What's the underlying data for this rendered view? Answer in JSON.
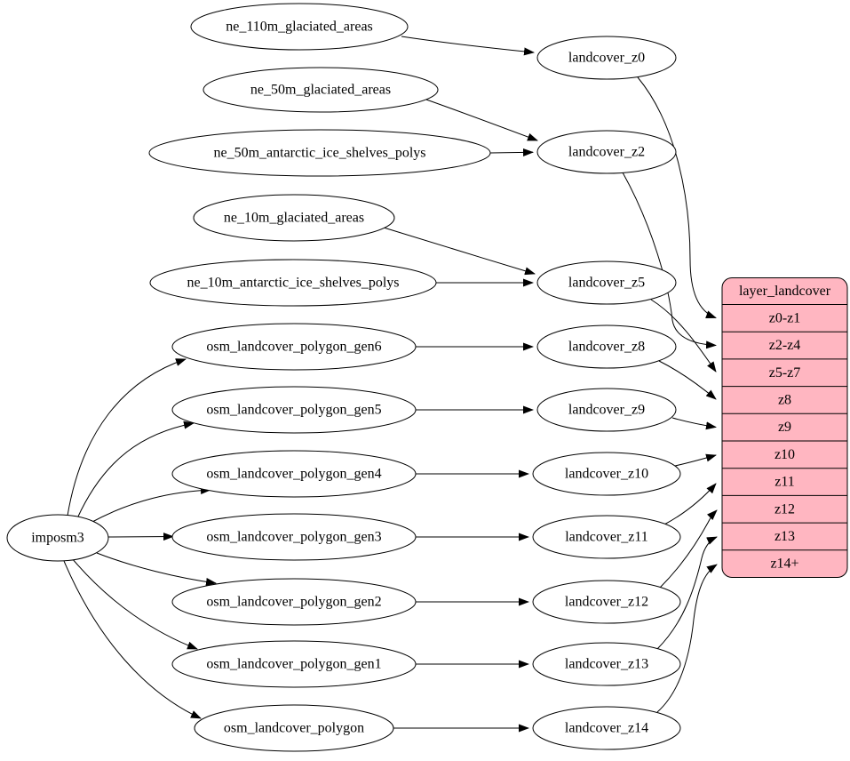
{
  "colors": {
    "background": "#ffffff",
    "edge": "#000000",
    "node_fill": "#ffffff",
    "node_stroke": "#000000",
    "table_fill": "#ffb6c1",
    "table_stroke": "#000000"
  },
  "nodes": [
    {
      "id": "imposm3",
      "label": "imposm3"
    },
    {
      "id": "ne_110m_glaciated_areas",
      "label": "ne_110m_glaciated_areas"
    },
    {
      "id": "ne_50m_glaciated_areas",
      "label": "ne_50m_glaciated_areas"
    },
    {
      "id": "ne_50m_antarctic_ice_shelves_polys",
      "label": "ne_50m_antarctic_ice_shelves_polys"
    },
    {
      "id": "ne_10m_glaciated_areas",
      "label": "ne_10m_glaciated_areas"
    },
    {
      "id": "ne_10m_antarctic_ice_shelves_polys",
      "label": "ne_10m_antarctic_ice_shelves_polys"
    },
    {
      "id": "osm_landcover_polygon_gen6",
      "label": "osm_landcover_polygon_gen6"
    },
    {
      "id": "osm_landcover_polygon_gen5",
      "label": "osm_landcover_polygon_gen5"
    },
    {
      "id": "osm_landcover_polygon_gen4",
      "label": "osm_landcover_polygon_gen4"
    },
    {
      "id": "osm_landcover_polygon_gen3",
      "label": "osm_landcover_polygon_gen3"
    },
    {
      "id": "osm_landcover_polygon_gen2",
      "label": "osm_landcover_polygon_gen2"
    },
    {
      "id": "osm_landcover_polygon_gen1",
      "label": "osm_landcover_polygon_gen1"
    },
    {
      "id": "osm_landcover_polygon",
      "label": "osm_landcover_polygon"
    },
    {
      "id": "landcover_z0",
      "label": "landcover_z0"
    },
    {
      "id": "landcover_z2",
      "label": "landcover_z2"
    },
    {
      "id": "landcover_z5",
      "label": "landcover_z5"
    },
    {
      "id": "landcover_z8",
      "label": "landcover_z8"
    },
    {
      "id": "landcover_z9",
      "label": "landcover_z9"
    },
    {
      "id": "landcover_z10",
      "label": "landcover_z10"
    },
    {
      "id": "landcover_z11",
      "label": "landcover_z11"
    },
    {
      "id": "landcover_z12",
      "label": "landcover_z12"
    },
    {
      "id": "landcover_z13",
      "label": "landcover_z13"
    },
    {
      "id": "landcover_z14",
      "label": "landcover_z14"
    }
  ],
  "table": {
    "title": "layer_landcover",
    "rows": [
      "z0-z1",
      "z2-z4",
      "z5-z7",
      "z8",
      "z9",
      "z10",
      "z11",
      "z12",
      "z13",
      "z14+"
    ]
  },
  "edges": [
    {
      "from": "ne_110m_glaciated_areas",
      "to": "landcover_z0"
    },
    {
      "from": "ne_50m_glaciated_areas",
      "to": "landcover_z2"
    },
    {
      "from": "ne_50m_antarctic_ice_shelves_polys",
      "to": "landcover_z2"
    },
    {
      "from": "ne_10m_glaciated_areas",
      "to": "landcover_z5"
    },
    {
      "from": "ne_10m_antarctic_ice_shelves_polys",
      "to": "landcover_z5"
    },
    {
      "from": "osm_landcover_polygon_gen6",
      "to": "landcover_z8"
    },
    {
      "from": "osm_landcover_polygon_gen5",
      "to": "landcover_z9"
    },
    {
      "from": "osm_landcover_polygon_gen4",
      "to": "landcover_z10"
    },
    {
      "from": "osm_landcover_polygon_gen3",
      "to": "landcover_z11"
    },
    {
      "from": "osm_landcover_polygon_gen2",
      "to": "landcover_z12"
    },
    {
      "from": "osm_landcover_polygon_gen1",
      "to": "landcover_z13"
    },
    {
      "from": "osm_landcover_polygon",
      "to": "landcover_z14"
    },
    {
      "from": "imposm3",
      "to": "osm_landcover_polygon_gen6"
    },
    {
      "from": "imposm3",
      "to": "osm_landcover_polygon_gen5"
    },
    {
      "from": "imposm3",
      "to": "osm_landcover_polygon_gen4"
    },
    {
      "from": "imposm3",
      "to": "osm_landcover_polygon_gen3"
    },
    {
      "from": "imposm3",
      "to": "osm_landcover_polygon_gen2"
    },
    {
      "from": "imposm3",
      "to": "osm_landcover_polygon_gen1"
    },
    {
      "from": "imposm3",
      "to": "osm_landcover_polygon"
    },
    {
      "from": "landcover_z0",
      "to": "z0-z1"
    },
    {
      "from": "landcover_z2",
      "to": "z2-z4"
    },
    {
      "from": "landcover_z5",
      "to": "z5-z7"
    },
    {
      "from": "landcover_z8",
      "to": "z8"
    },
    {
      "from": "landcover_z9",
      "to": "z9"
    },
    {
      "from": "landcover_z10",
      "to": "z10"
    },
    {
      "from": "landcover_z11",
      "to": "z11"
    },
    {
      "from": "landcover_z12",
      "to": "z12"
    },
    {
      "from": "landcover_z13",
      "to": "z13"
    },
    {
      "from": "landcover_z14",
      "to": "z14+"
    }
  ]
}
